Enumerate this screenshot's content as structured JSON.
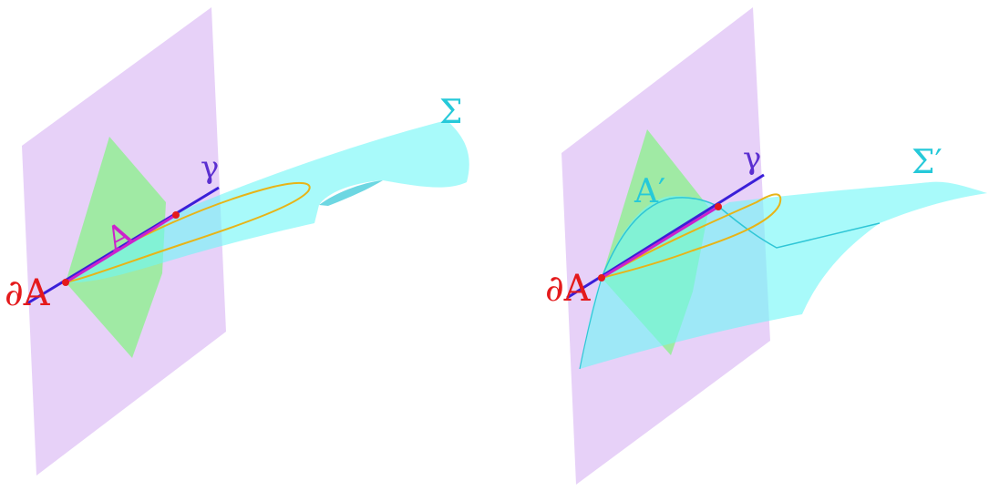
{
  "colors": {
    "plane": "#e3c9f7",
    "plane_edge": "#cfb0ea",
    "region": "#8ff08f",
    "surface": "#6ef6f6",
    "surface_line": "#2fc6d6",
    "line_blue": "#3a1fd8",
    "line_magenta": "#cc22cc",
    "loop": "#e8b417",
    "point": "#e41a1c",
    "label_red": "#e41a1c",
    "label_magenta": "#cc22cc",
    "label_purple": "#5b2fd0",
    "label_cyan": "#26c9d9"
  },
  "left_panel": {
    "label_boundary": "∂A",
    "label_region": "A",
    "label_curve": "γ",
    "label_surface": "Σ"
  },
  "right_panel": {
    "label_boundary": "∂A",
    "label_region": "A′",
    "label_curve": "γ",
    "label_surface": "Σ′"
  }
}
